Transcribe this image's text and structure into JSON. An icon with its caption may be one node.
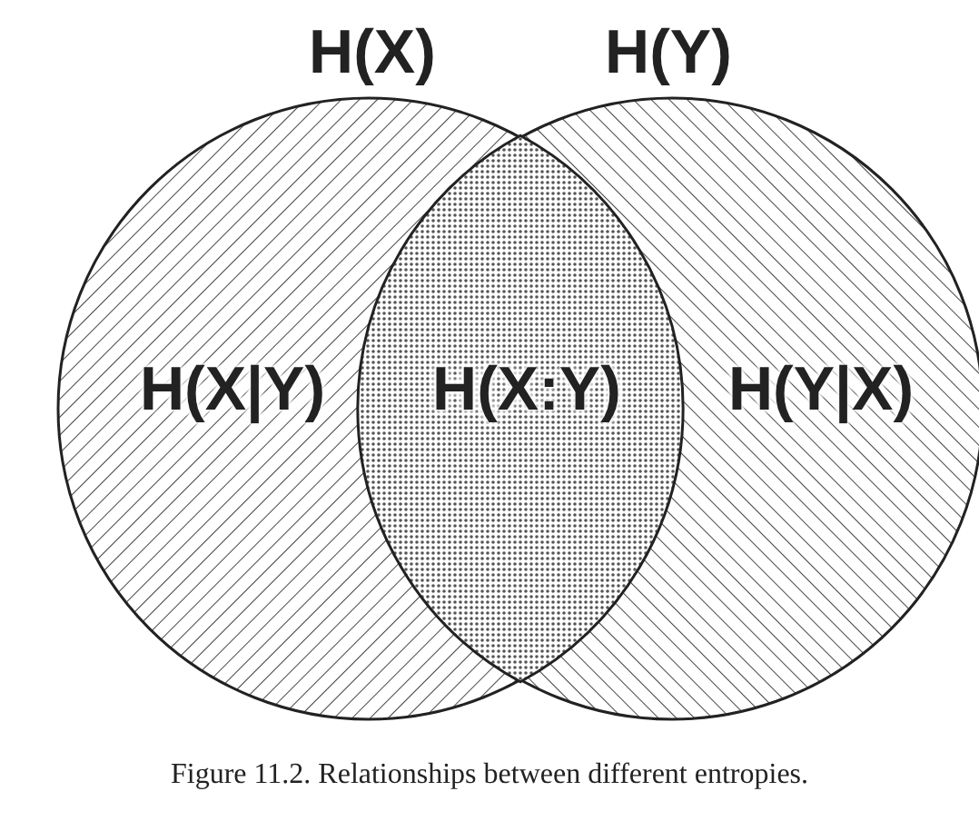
{
  "diagram": {
    "caption": "Figure 11.2. Relationships between different entropies.",
    "nodes": [
      {
        "text": [
          "H(X)"
        ]
      },
      {
        "text": [
          "H(Y)"
        ]
      }
    ],
    "labels": [
      "H(X|Y)",
      "H(X:Y)",
      "H(Y|X)"
    ]
  }
}
